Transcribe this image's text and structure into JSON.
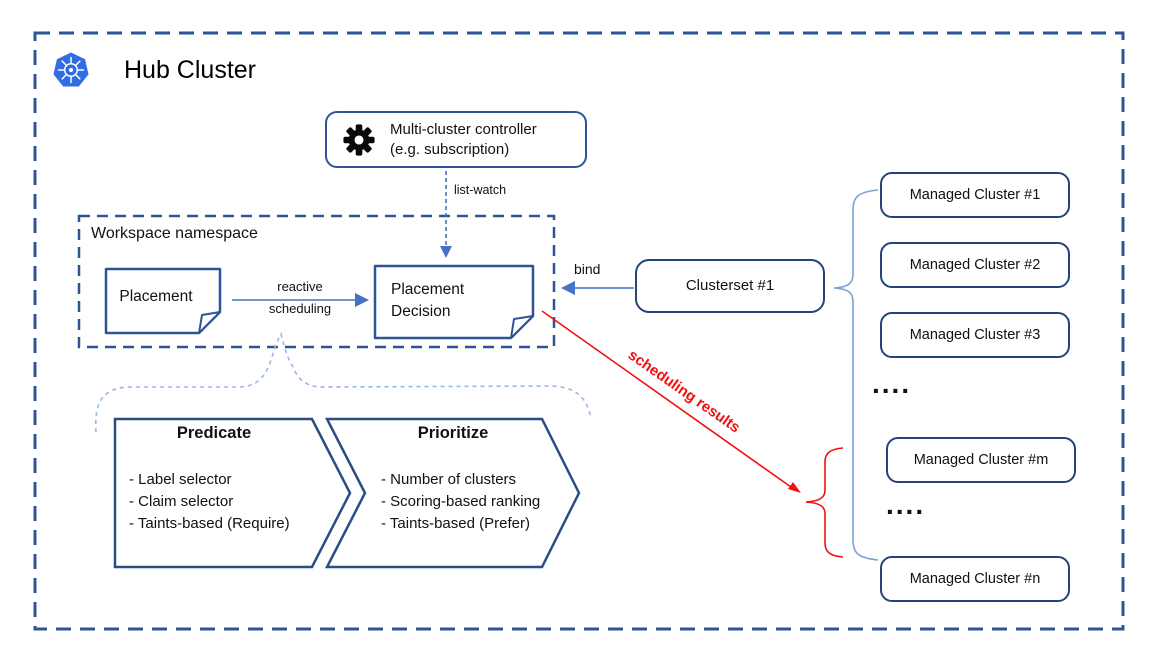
{
  "title": "Hub Cluster",
  "controller": {
    "line1": "Multi-cluster controller",
    "line2": "(e.g. subscription)"
  },
  "workspace": {
    "label": "Workspace namespace"
  },
  "placement": {
    "label": "Placement"
  },
  "placement_decision": {
    "line1": "Placement",
    "line2": "Decision"
  },
  "arrows": {
    "list_watch": "list-watch",
    "reactive_line1": "reactive",
    "reactive_line2": "scheduling",
    "bind": "bind",
    "scheduling_results": "scheduling results"
  },
  "clusterset": {
    "label": "Clusterset #1"
  },
  "managed_clusters": [
    "Managed Cluster #1",
    "Managed Cluster #2",
    "Managed Cluster #3",
    "Managed Cluster #m",
    "Managed Cluster #n"
  ],
  "dots": [
    "....",
    "...."
  ],
  "predicate": {
    "title": "Predicate",
    "items": [
      "- Label selector",
      "- Claim selector",
      "- Taints-based (Require)"
    ]
  },
  "prioritize": {
    "title": "Prioritize",
    "items": [
      "- Number of clusters",
      "- Scoring-based ranking",
      "- Taints-based (Prefer)"
    ]
  },
  "icons": {
    "kubernetes": "kubernetes-helm-logo",
    "gear": "gear-icon"
  },
  "colors": {
    "outline_blue": "#2f5496",
    "box_border_blue": "#24437c",
    "arrow_blue": "#4472c4",
    "brace_light_blue": "#7da0d6",
    "dashed_brace_blue": "#9ab7e4",
    "result_red": "#f40f0f",
    "kubernetes_blue": "#326ce5"
  }
}
